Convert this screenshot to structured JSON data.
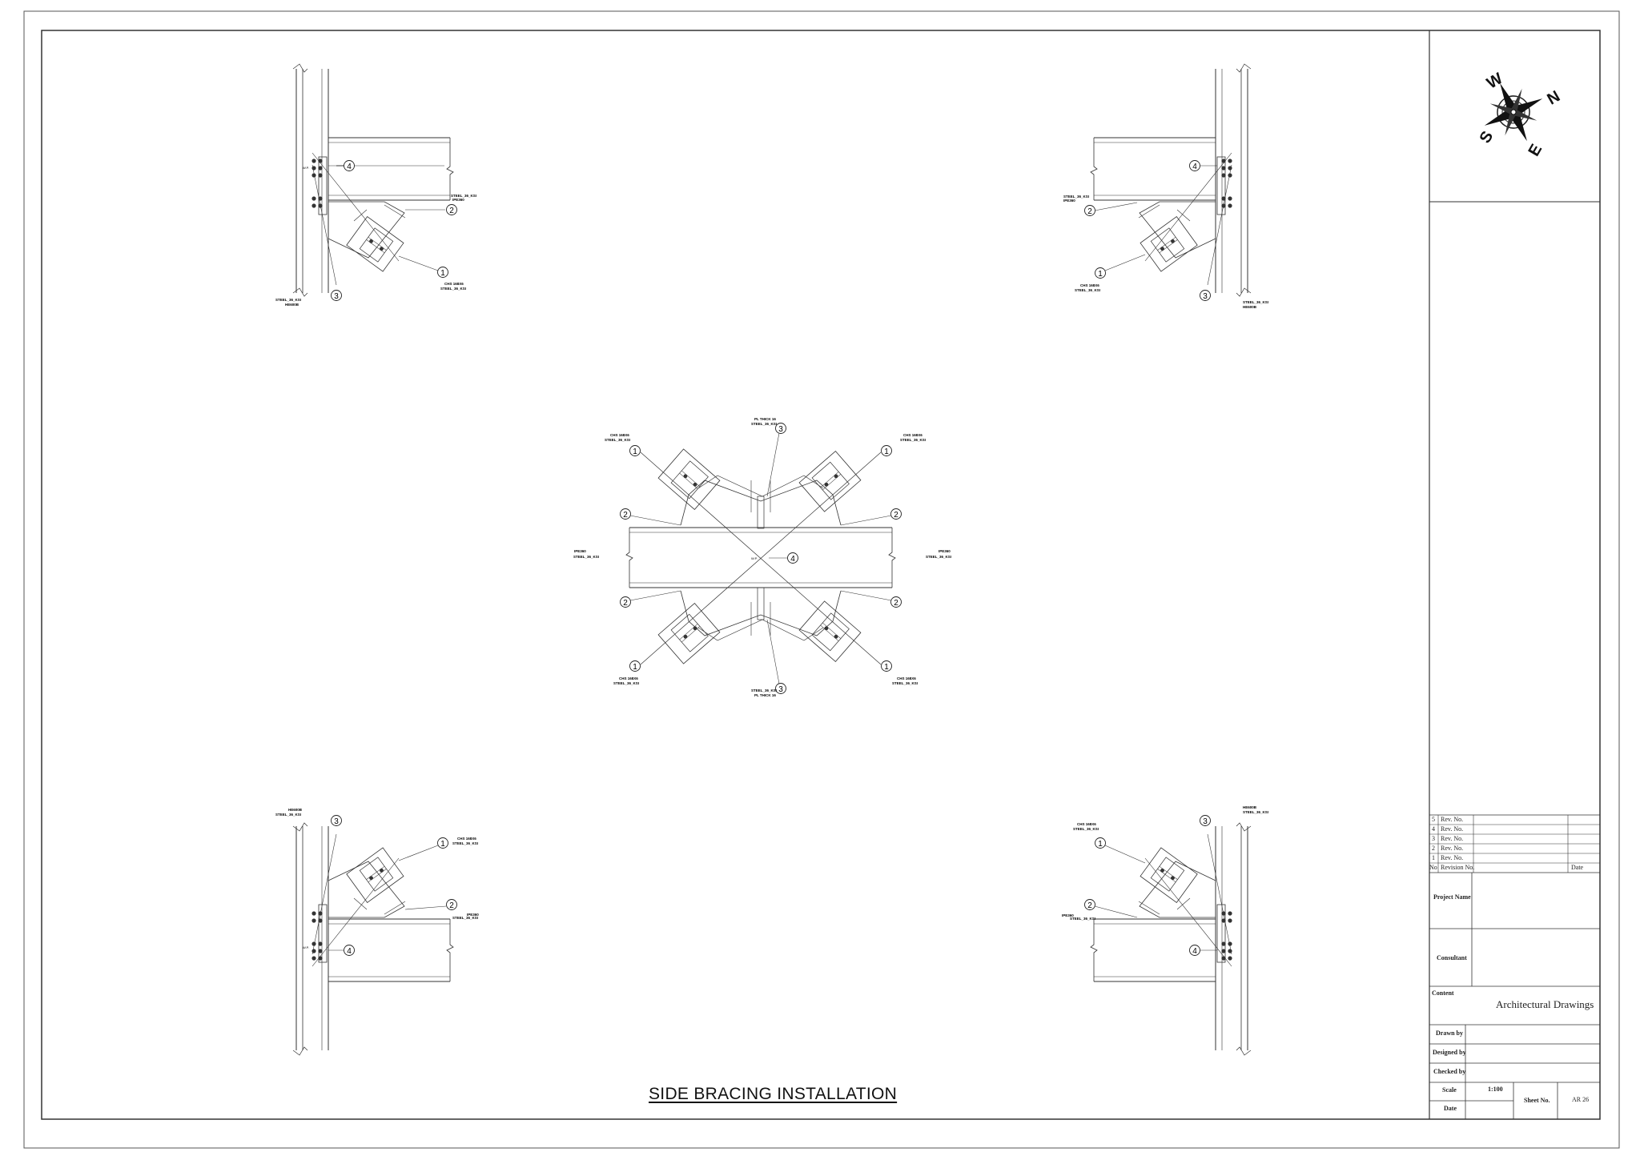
{
  "drawing": {
    "title": "SIDE BRACING INSTALLATION"
  },
  "compass": {
    "north": "N",
    "east": "E",
    "south": "S",
    "west": "W"
  },
  "details": {
    "top_left": {
      "balloons": [
        "4",
        "2",
        "1",
        "3"
      ],
      "notes": [
        "STEEL_36_KSI",
        "IPE360",
        "CHS 168X6",
        "STEEL_36_KSI",
        "STEEL_36_KSI",
        "HE600B"
      ],
      "wp": "W.P."
    },
    "top_right": {
      "balloons": [
        "4",
        "2",
        "1",
        "3"
      ],
      "notes": [
        "STEEL_36_KSI",
        "IPE360",
        "CHS 168X6",
        "STEEL_36_KSI",
        "STEEL_36_KSI",
        "HE600B"
      ]
    },
    "center": {
      "balloons": [
        "1",
        "1",
        "1",
        "1",
        "2",
        "2",
        "2",
        "2",
        "3",
        "3",
        "4"
      ],
      "notes": [
        "CHS 168X6",
        "STEEL_36_KSI",
        "PL THICK 16",
        "STEEL_36_KSI",
        "CHS 168X6",
        "STEEL_36_KSI",
        "IPE360",
        "STEEL_36_KSI",
        "IPE360",
        "STEEL_36_KSI",
        "CHS 168X6",
        "STEEL_36_KSI",
        "STEEL_36_KSI",
        "PL THICK 16",
        "CHS 168X6",
        "STEEL_36_KSI"
      ],
      "wp": "W.P."
    },
    "bottom_left": {
      "balloons": [
        "3",
        "1",
        "2",
        "4"
      ],
      "notes": [
        "HE600B",
        "STEEL_36_KSI",
        "CHS 168X6",
        "STEEL_36_KSI",
        "STEEL_36_KSI",
        "IPE360"
      ],
      "wp": "W.P."
    },
    "bottom_right": {
      "balloons": [
        "3",
        "1",
        "2",
        "4"
      ],
      "notes": [
        "HE600B",
        "STEEL_36_KSI",
        "CHS 168X6",
        "STEEL_36_KSI",
        "IPE360",
        "STEEL_36_KSI"
      ]
    }
  },
  "title_block": {
    "revisions": [
      {
        "no": "5",
        "label": "Rev. No."
      },
      {
        "no": "4",
        "label": "Rev. No."
      },
      {
        "no": "3",
        "label": "Rev. No."
      },
      {
        "no": "2",
        "label": "Rev. No."
      },
      {
        "no": "1",
        "label": "Rev. No."
      }
    ],
    "rev_header": {
      "no": "No",
      "label": "Revision No.",
      "date": "Date"
    },
    "project_name_label": "Project Name",
    "consultant_label": "Consultant",
    "content_label": "Content",
    "content_value": "Architectural Drawings",
    "drawn_by_label": "Drawn by",
    "designed_by_label": "Designed by",
    "checked_by_label": "Checked by",
    "scale_label": "Scale",
    "scale_value": "1:100",
    "sheet_no_label": "Sheet No.",
    "sheet_no_value": "AR 26",
    "date_label": "Date"
  }
}
